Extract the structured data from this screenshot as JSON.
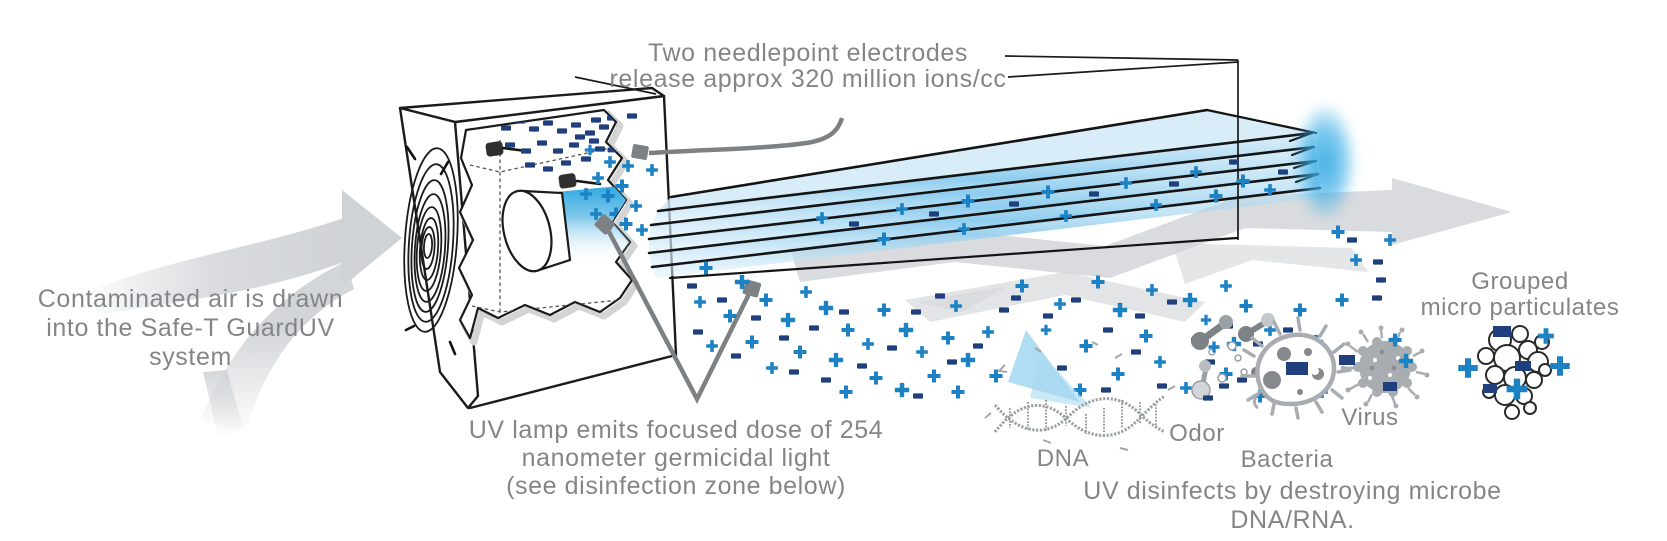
{
  "title": "Safe-T GuardUV air disinfection system diagram",
  "colors": {
    "text_gray": "#838689",
    "ion_plus_blue": "#1D82C4",
    "ion_minus_navy": "#1F3F7D",
    "uv_beam_blue": "#2AA7E0",
    "plate_glow_blue": "#8FCDEE",
    "airflow_gray": "#D2D5D8",
    "leader_gray": "#7D8184",
    "line_black": "#1B1B1B"
  },
  "annotations": {
    "intake": {
      "lines": [
        "Contaminated air is drawn",
        "into the Safe-T GuardUV",
        "system"
      ]
    },
    "electrodes": {
      "lines": [
        "Two needlepoint electrodes",
        "release approx 320 million ions/cc"
      ]
    },
    "uv_lamp": {
      "lines": [
        "UV lamp emits focused dose of 254",
        "nanometer germicidal light",
        "(see disinfection zone below)"
      ]
    },
    "grouped_particulates": {
      "lines": [
        "Grouped",
        "micro particulates"
      ]
    },
    "footnote": "UV disinfects by destroying microbe DNA/RNA."
  },
  "icon_labels": [
    {
      "id": "dna",
      "label": "DNA"
    },
    {
      "id": "odor",
      "label": "Odor"
    },
    {
      "id": "bacteria",
      "label": "Bacteria"
    },
    {
      "id": "virus",
      "label": "Virus"
    }
  ],
  "icons": [
    "airflow-arrow-icon",
    "fan-box-icon",
    "needlepoint-electrode-icon",
    "uv-lamp-icon",
    "uv-beam-icon",
    "ionizer-plates-icon",
    "ion-plus-icon",
    "ion-minus-icon",
    "dna-icon",
    "odor-molecules-icon",
    "bacteria-icon",
    "virus-icon",
    "particulate-cluster-icon"
  ]
}
